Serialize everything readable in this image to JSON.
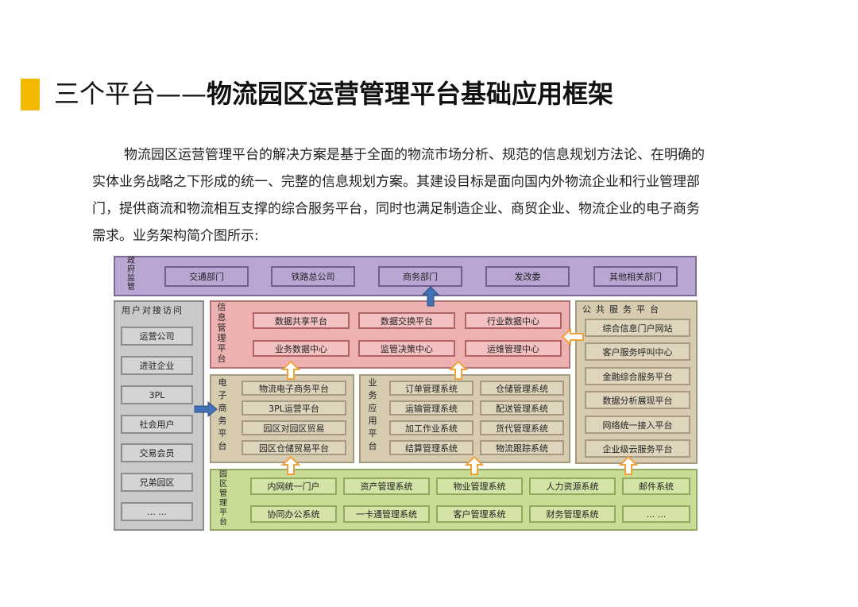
{
  "header": {
    "title_prefix": "三个平台——",
    "title_main": "物流园区运营管理平台基础应用框架"
  },
  "intro_text": "物流园区运营管理平台的解决方案是基于全面的物流市场分析、规范的信息规划方法论、在明确的实体业务战略之下形成的统一、完整的信息规划方案。其建设目标是面向国内外物流企业和行业管理部门，提供商流和物流相互支撑的综合服务平台，同时也满足制造企业、商贸企业、物流企业的电子商务需求。业务架构简介图所示:",
  "diagram": {
    "gov": {
      "label": "政府监管",
      "items": [
        "交通部门",
        "铁路总公司",
        "商务部门",
        "发改委",
        "其他相关部门"
      ]
    },
    "user": {
      "label": "用户对接访问",
      "items": [
        "运营公司",
        "进驻企业",
        "3PL",
        "社会用户",
        "交易会员",
        "兄弟园区",
        "... ..."
      ]
    },
    "info": {
      "label": "信息管理平台",
      "items": [
        "数据共享平台",
        "数据交换平台",
        "行业数据中心",
        "业务数据中心",
        "监管决策中心",
        "运维管理中心"
      ]
    },
    "public": {
      "label": "公共服务平台",
      "items": [
        "综合信息门户网站",
        "客户服务呼叫中心",
        "金融综合服务平台",
        "数据分析展现平台",
        "网络统一接入平台",
        "企业级云服务平台"
      ]
    },
    "ecommerce": {
      "label": "电子商务平台",
      "items": [
        "物流电子商务平台",
        "3PL运营平台",
        "园区对园区贸易",
        "园区仓储贸易平台"
      ]
    },
    "business": {
      "label": "业务应用平台",
      "items": [
        "订单管理系统",
        "仓储管理系统",
        "运输管理系统",
        "配送管理系统",
        "加工作业系统",
        "货代管理系统",
        "结算管理系统",
        "物流跟踪系统"
      ]
    },
    "park": {
      "label": "园区管理平台",
      "items": [
        "内网统一门户",
        "资产管理系统",
        "物业管理系统",
        "人力资源系统",
        "邮件系统",
        "协同办公系统",
        "一卡通管理系统",
        "客户管理系统",
        "财务管理系统",
        "... ..."
      ]
    }
  }
}
